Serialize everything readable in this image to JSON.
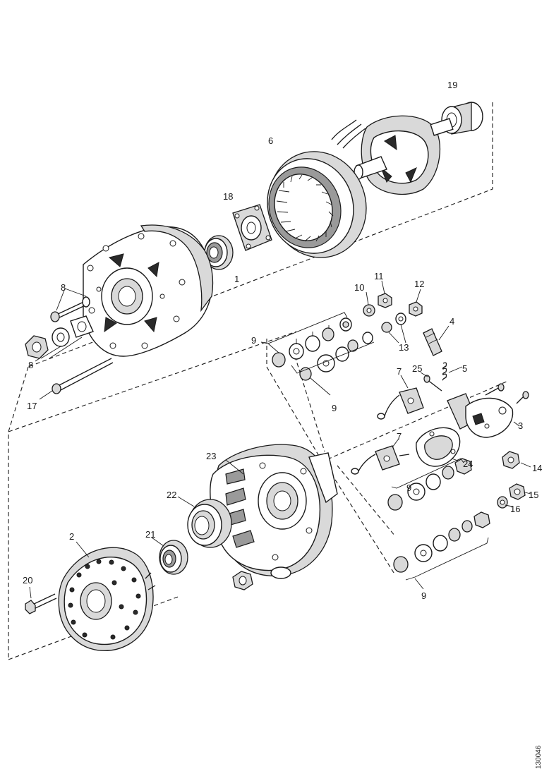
{
  "labels": {
    "l1": "1",
    "l2": "2",
    "l3": "3",
    "l4": "4",
    "l5": "5",
    "l6": "6",
    "l7a": "7",
    "l7b": "7",
    "l8a": "8",
    "l8b": "8",
    "l9a": "9",
    "l9b": "9",
    "l9c": "9",
    "l9d": "9",
    "l10": "10",
    "l11": "11",
    "l12": "12",
    "l13": "13",
    "l14": "14",
    "l15": "15",
    "l16": "16",
    "l17": "17",
    "l18": "18",
    "l19": "19",
    "l20": "20",
    "l21": "21",
    "l22": "22",
    "l23": "23",
    "l24": "24",
    "l25": "25"
  },
  "reference_code": "130046"
}
